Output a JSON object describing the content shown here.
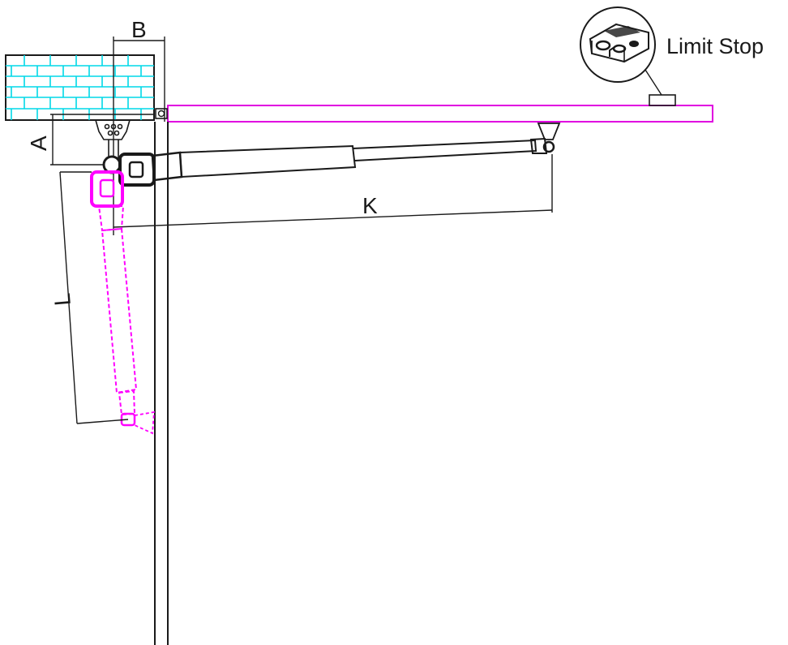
{
  "labels": {
    "dim_a": "A",
    "dim_b": "B",
    "dim_k": "K",
    "dim_l": "L",
    "limit_stop": "Limit Stop"
  },
  "colors": {
    "line": "#1a1a1a",
    "open_position": "#ff00ff",
    "brick": "#00d8e8",
    "gate": "#e000e0"
  },
  "icons": {
    "limit_stop_detail": "limit-stop-bracket-icon",
    "wall": "brick-wall-icon"
  }
}
